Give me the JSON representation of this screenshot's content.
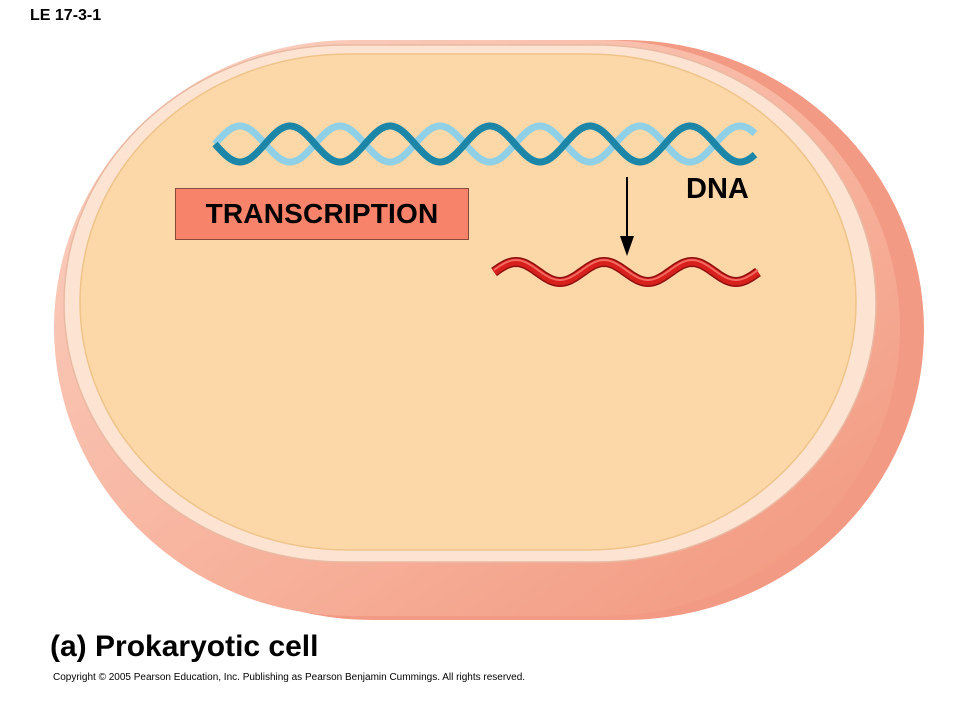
{
  "figure_label": "LE 17-3-1",
  "process_label": "TRANSCRIPTION",
  "dna_label": "DNA",
  "caption": {
    "part": "(a)",
    "title": "Prokaryotic cell"
  },
  "copyright": "Copyright © 2005 Pearson Education, Inc. Publishing as Pearson Benjamin Cummings. All rights reserved.",
  "colors": {
    "cell_wall": "#f7b3a0",
    "cell_wall_shadow": "#f39c86",
    "membrane": "#fde3cf",
    "cytoplasm": "#fcd8a8",
    "dna_strand_dark": "#1b86a8",
    "dna_strand_light": "#8fd0e6",
    "mrna": "#d8201c",
    "process_box": "#f6836a"
  }
}
